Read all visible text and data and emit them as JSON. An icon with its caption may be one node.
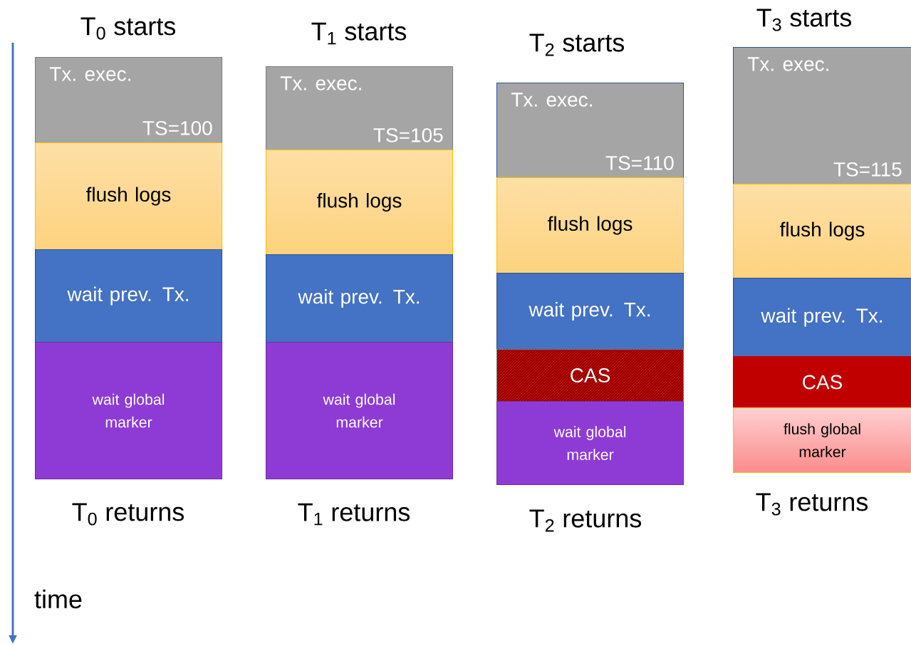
{
  "diagram": {
    "nodes": [
      {
        "text": [
          "Tx. exec.",
          "TS=100"
        ]
      },
      {
        "text": [
          "flush logs"
        ]
      },
      {
        "text": [
          "wait prev. Tx."
        ]
      },
      {
        "text": [
          "wait global marker"
        ]
      },
      {
        "text": [
          "Tx. exec.",
          "TS=105"
        ]
      },
      {
        "text": [
          "flush logs"
        ]
      },
      {
        "text": [
          "wait prev. Tx."
        ]
      },
      {
        "text": [
          "wait global marker"
        ]
      },
      {
        "text": [
          "Tx. exec.",
          "TS=110"
        ]
      },
      {
        "text": [
          "flush logs"
        ]
      },
      {
        "text": [
          "wait prev. Tx."
        ]
      },
      {
        "text": [
          "CAS"
        ]
      },
      {
        "text": [
          "wait global marker"
        ]
      },
      {
        "text": [
          "Tx. exec.",
          "TS=115"
        ]
      },
      {
        "text": [
          "flush logs"
        ]
      },
      {
        "text": [
          "wait prev. Tx."
        ]
      },
      {
        "text": [
          "CAS"
        ]
      },
      {
        "text": [
          "flush global marker"
        ]
      }
    ],
    "labels": [
      "T$_{0}$ starts",
      "T$_{1}$ starts",
      "T$_{2}$ starts",
      "T$_{3}$ starts",
      "T$_{0}$ returns",
      "T$_{1}$ returns",
      "T$_{2}$ returns",
      "T$_{3}$ returns",
      "time"
    ]
  }
}
